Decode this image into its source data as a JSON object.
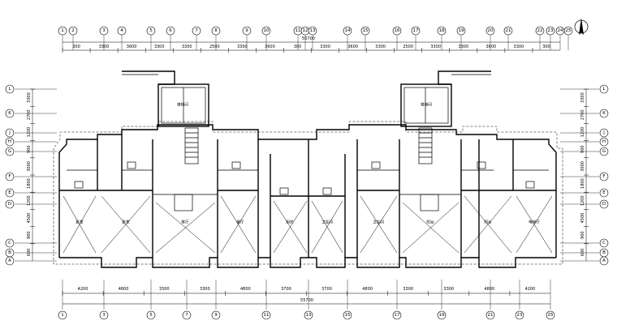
{
  "drawing": {
    "type": "architectural floor plan",
    "north_arrow_label": "N"
  },
  "axes": {
    "vertical_top": [
      "1",
      "2",
      "3",
      "4",
      "5",
      "6",
      "7",
      "8",
      "9",
      "10",
      "11",
      "12",
      "13",
      "14",
      "15",
      "16",
      "17",
      "18",
      "19",
      "20",
      "21",
      "22",
      "23",
      "24",
      "25"
    ],
    "vertical_bottom": [
      "1",
      "3",
      "5",
      "7",
      "9",
      "11",
      "13",
      "15",
      "17",
      "19",
      "21",
      "23",
      "25"
    ],
    "horizontal": [
      "L",
      "K",
      "J",
      "H",
      "G",
      "F",
      "E",
      "D",
      "C",
      "B",
      "A"
    ]
  },
  "dimensions": {
    "top_overall": "55700",
    "bottom_overall": "55700",
    "top_segments": [
      "300",
      "3300",
      "3600",
      "3300",
      "3300",
      "2500",
      "3300",
      "3600",
      "300",
      "3300",
      "3600",
      "3300",
      "2500",
      "3300",
      "3300",
      "3600",
      "3300",
      "300"
    ],
    "bottom_segments": [
      "4200",
      "4800",
      "3300",
      "3300",
      "4800",
      "3700",
      "3700",
      "4800",
      "3300",
      "3300",
      "4800",
      "4200"
    ],
    "left_segments": [
      "3300",
      "2700",
      "1200",
      "900",
      "3000",
      "1800",
      "1200",
      "4500",
      "900",
      "600"
    ],
    "right_segments": [
      "3300",
      "2700",
      "1200",
      "900",
      "3000",
      "1800",
      "1200",
      "4500",
      "900",
      "600"
    ]
  },
  "rooms": [
    "卧室",
    "卧室",
    "客厅",
    "餐厅",
    "厨房",
    "卫生间",
    "卫生间",
    "阳台",
    "阳台",
    "电梯厅",
    "楼梯间",
    "楼梯间"
  ]
}
